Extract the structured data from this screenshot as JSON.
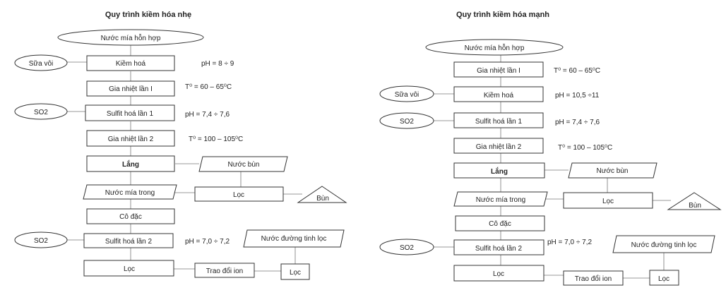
{
  "left": {
    "title": "Quy trình kiềm hóa nhẹ",
    "feed": "Nước mía hỗn hợp",
    "milk_of_lime": "Sữa vôi",
    "so2_a": "SO2",
    "so2_b": "SO2",
    "steps": {
      "liming": "Kiềm  hoá",
      "heat1": "Gia nhiệt lần I",
      "sulfit1": "Sulfit hoá lần 1",
      "heat2": "Gia nhiệt lần 2",
      "settling": "Lắng",
      "clear_juice": "Nước mía trong",
      "concentrate": "Cô đặc",
      "sulfit2": "Sulfit hoá lần 2",
      "filter_final": "Lọc",
      "ion_exchange": "Trao đổi ion",
      "filter_ion": "Lọc",
      "mud_water": "Nước bùn",
      "filter_mud": "Lọc",
      "mud": "Bùn",
      "refined_syrup": "Nước đường tinh lọc"
    },
    "conditions": {
      "liming": "pH = 8 ÷ 9",
      "heat1": "T⁰ = 60 – 65⁰C",
      "sulfit1": "pH = 7,4 ÷ 7,6",
      "heat2": "T⁰ = 100 – 105⁰C",
      "sulfit2": "pH = 7,0 ÷ 7,2"
    }
  },
  "right": {
    "title": "Quy trình kiềm hóa mạnh",
    "feed": "Nước mía hỗn hợp",
    "milk_of_lime": "Sữa vôi",
    "so2_a": "SO2",
    "so2_b": "SO2",
    "steps": {
      "heat1": "Gia nhiệt lần I",
      "liming": "Kiềm  hoá",
      "sulfit1": "Sulfit hoá lần 1",
      "heat2": "Gia nhiệt lần 2",
      "settling": "Lắng",
      "clear_juice": "Nước mía trong",
      "concentrate": "Cô đặc",
      "sulfit2": "Sulfit hoá lần 2",
      "filter_final": "Lọc",
      "ion_exchange": "Trao đổi ion",
      "filter_ion": "Lọc",
      "mud_water": "Nước bùn",
      "filter_mud": "Lọc",
      "mud": "Bùn",
      "refined_syrup": "Nước đường tinh lọc"
    },
    "conditions": {
      "heat1": "T⁰ = 60 – 65⁰C",
      "liming": "pH = 10,5 ÷11",
      "sulfit1": "pH = 7,4 ÷ 7,6",
      "heat2": "T⁰ = 100 – 105⁰C",
      "sulfit2": "pH = 7,0 ÷ 7,2"
    }
  }
}
